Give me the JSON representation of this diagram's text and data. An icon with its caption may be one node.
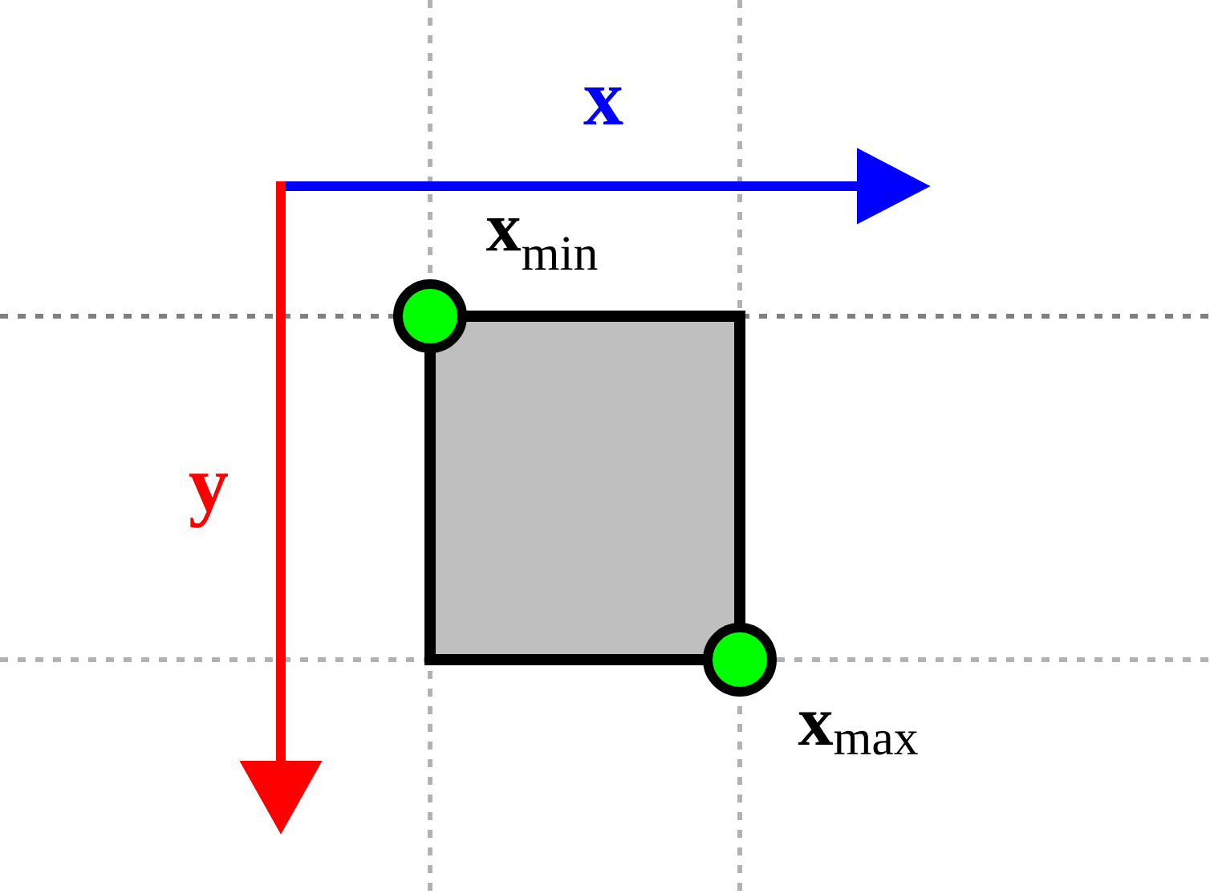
{
  "diagram": {
    "nodes": [
      {
        "text": [],
        "shape": "box"
      },
      {
        "text": [],
        "shape": "circle",
        "beside": [
          "**x**$_{min}$"
        ]
      },
      {
        "text": [],
        "shape": "circle",
        "beside": [
          "**x**$_{max}$"
        ]
      }
    ],
    "labels": [
      "x",
      "y"
    ]
  }
}
